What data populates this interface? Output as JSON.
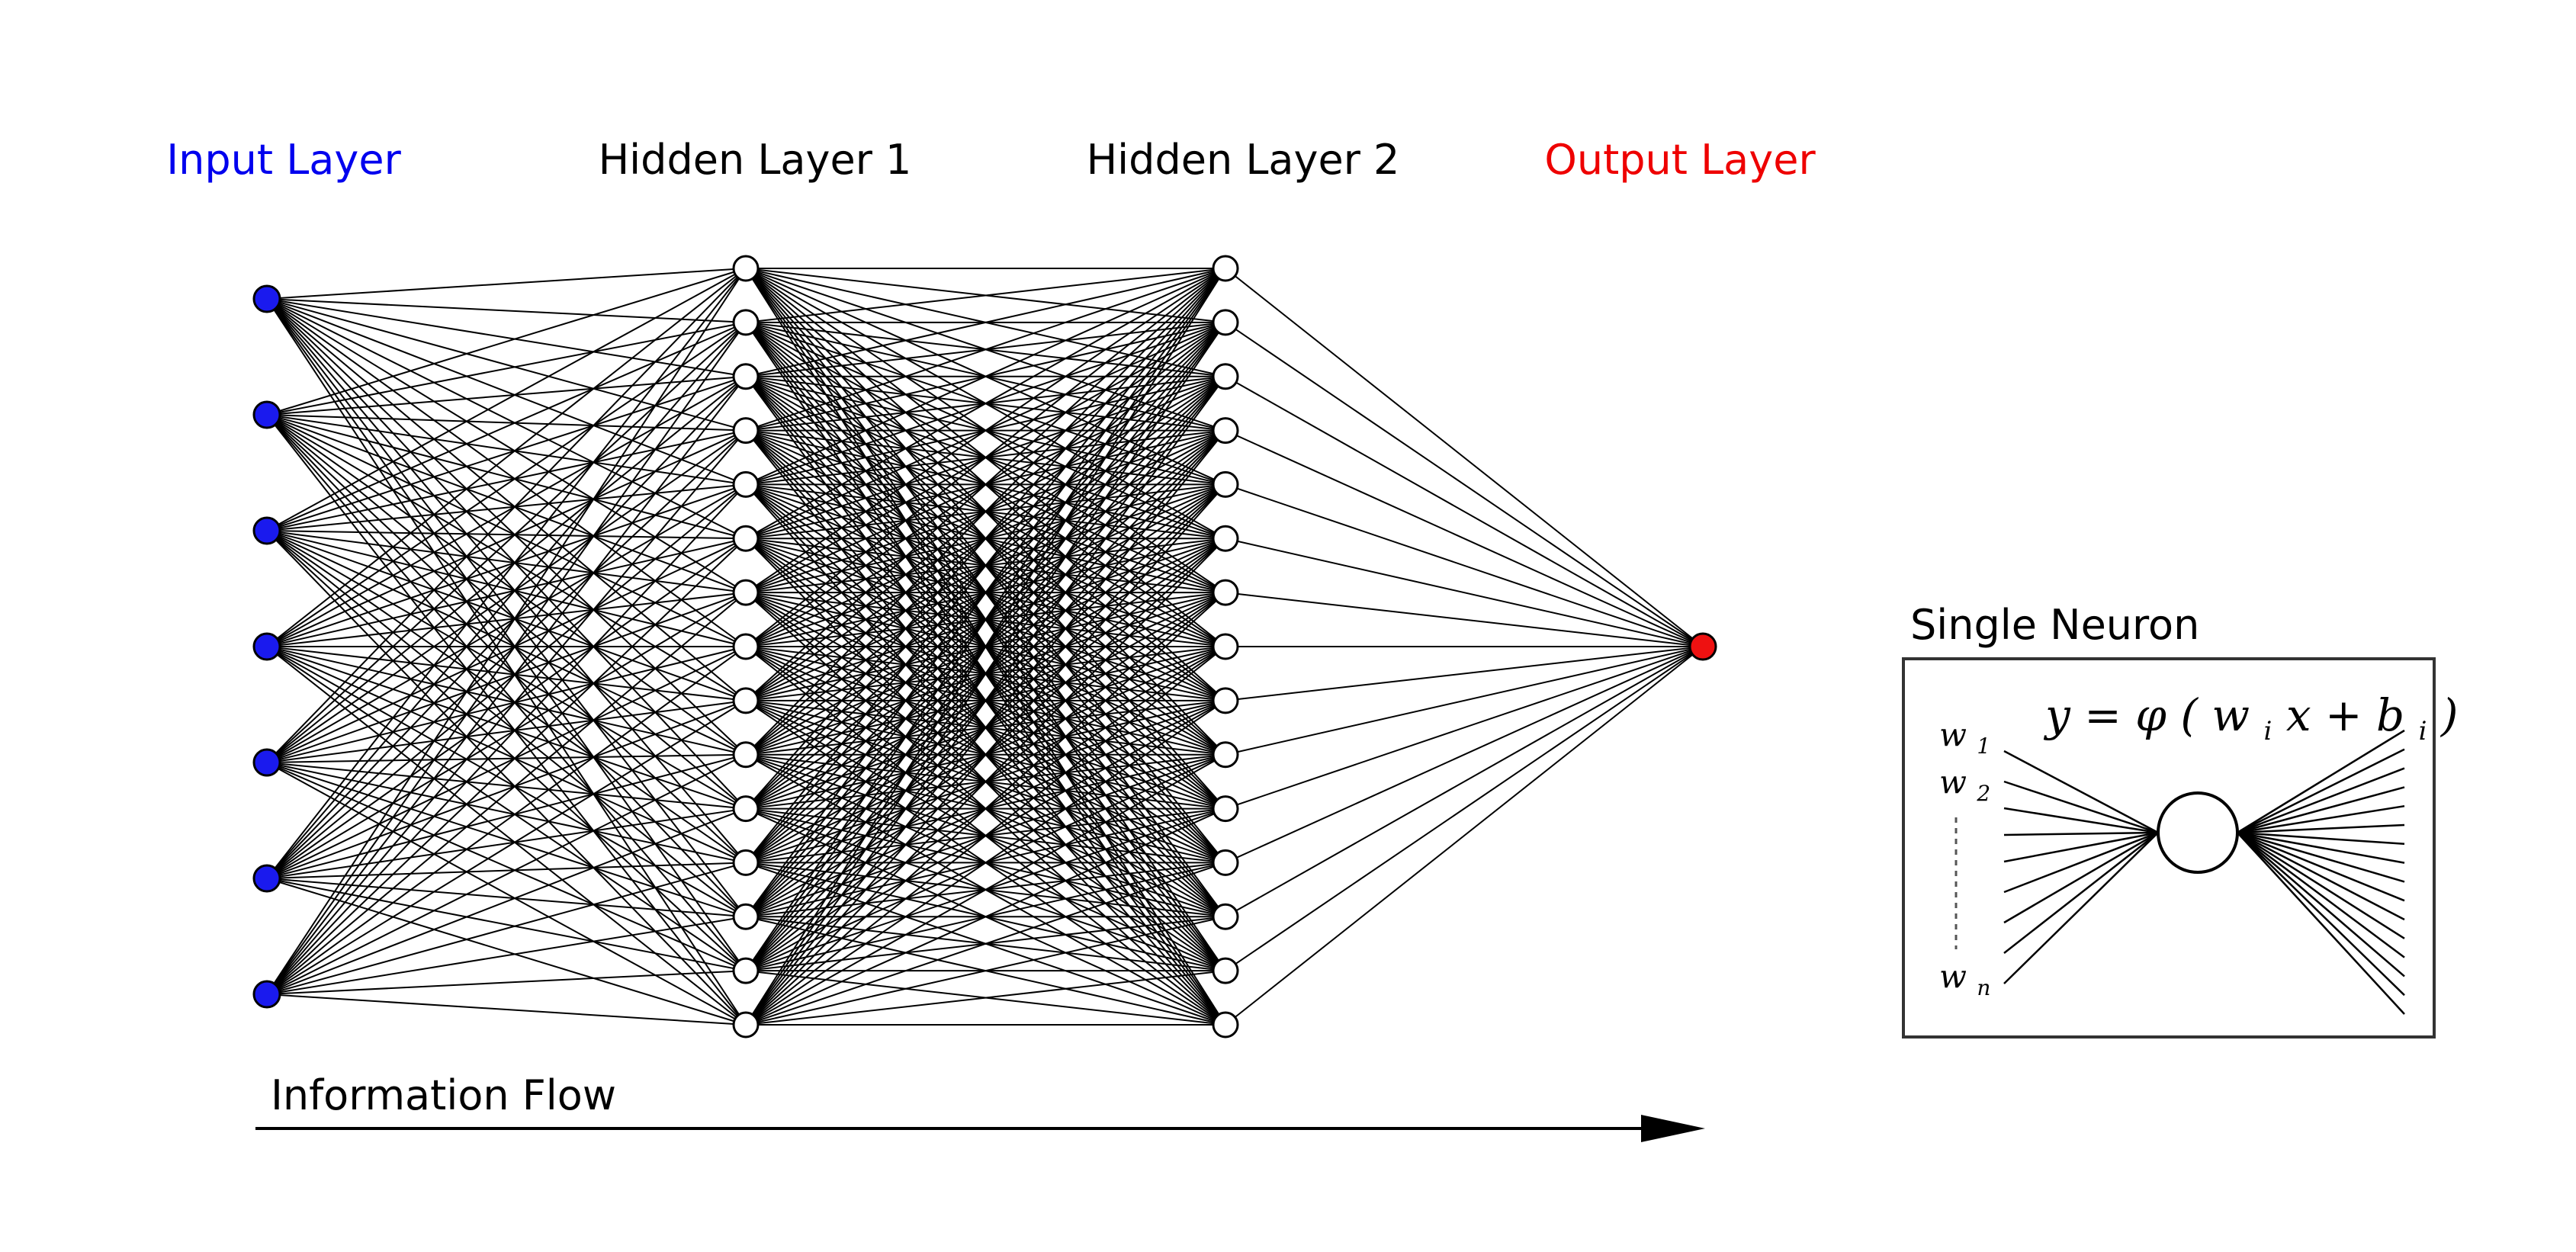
{
  "layers": [
    {
      "label": "Input Layer",
      "label_color": "#0000ee",
      "node_count": 7,
      "node_fill": "#1a1aee"
    },
    {
      "label": "Hidden Layer 1",
      "label_color": "#000000",
      "node_count": 15,
      "node_fill": "#ffffff"
    },
    {
      "label": "Hidden Layer 2",
      "label_color": "#000000",
      "node_count": 15,
      "node_fill": "#ffffff"
    },
    {
      "label": "Output Layer",
      "label_color": "#ee0000",
      "node_count": 1,
      "node_fill": "#ee1111"
    }
  ],
  "flow": {
    "label": "Information Flow"
  },
  "single_neuron": {
    "title": "Single Neuron",
    "formula": {
      "lhs": "y",
      "eq": " = ",
      "phi": "φ",
      "open": "(",
      "w": "w",
      "w_sub": "i",
      "x": " x + ",
      "b": "b",
      "b_sub": "i",
      "close": ")"
    },
    "weights": [
      {
        "base": "w",
        "sub": "1"
      },
      {
        "base": "w",
        "sub": "2"
      },
      {
        "base": "w",
        "sub": "n"
      }
    ]
  }
}
